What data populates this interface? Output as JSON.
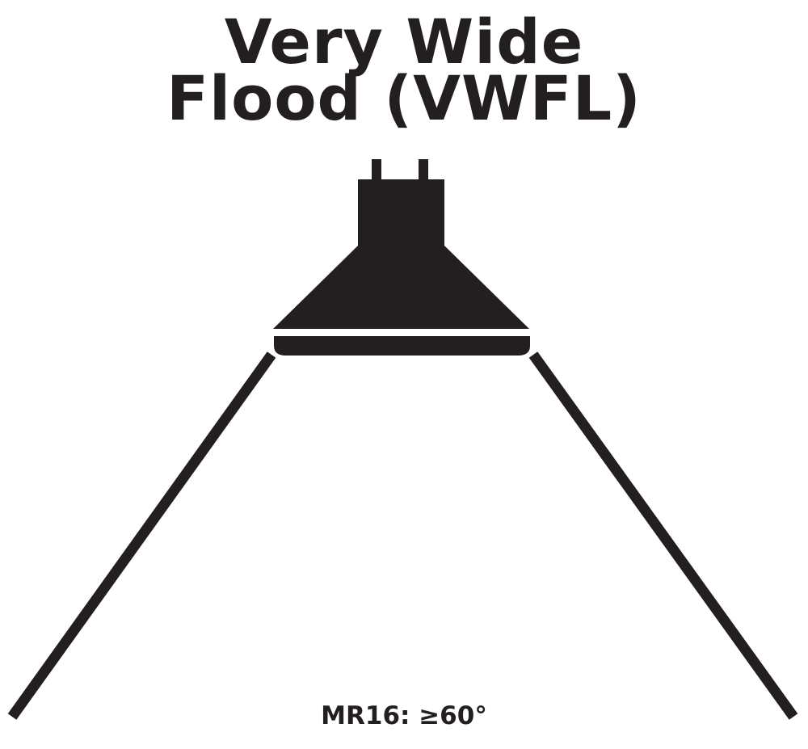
{
  "title": {
    "line1": "Very Wide",
    "line2": "Flood (VWFL)"
  },
  "caption": "MR16: ≥60°",
  "icon": "mr16-bulb-icon",
  "colors": {
    "ink": "#231f20",
    "background": "#ffffff"
  }
}
